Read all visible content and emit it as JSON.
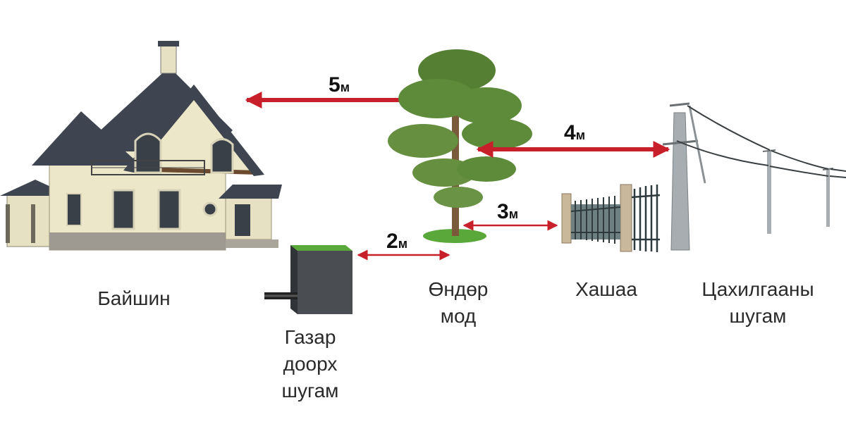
{
  "labels": {
    "house": "Байшин",
    "underground_line": [
      "Газар",
      "доорх",
      "шугам"
    ],
    "tall_tree": [
      "Өндөр",
      "мод"
    ],
    "fence": "Хашаа",
    "power_line": [
      "Цахилгааны",
      "шугам"
    ]
  },
  "distances": {
    "house_to_tree": {
      "value": "5",
      "unit": "м"
    },
    "tree_to_power_line": {
      "value": "4",
      "unit": "м"
    },
    "tree_to_fence": {
      "value": "3",
      "unit": "м"
    },
    "tree_to_underground_line": {
      "value": "2",
      "unit": "м"
    }
  },
  "colors": {
    "arrow": "#c8202a",
    "roof": "#3f4550",
    "wall": "#ece7c8",
    "foliage": "#5e8b3a",
    "trunk": "#7a5a3a",
    "fence": "#4a5a5c",
    "pole": "#9aa0a3",
    "grass": "#5aa83a"
  }
}
